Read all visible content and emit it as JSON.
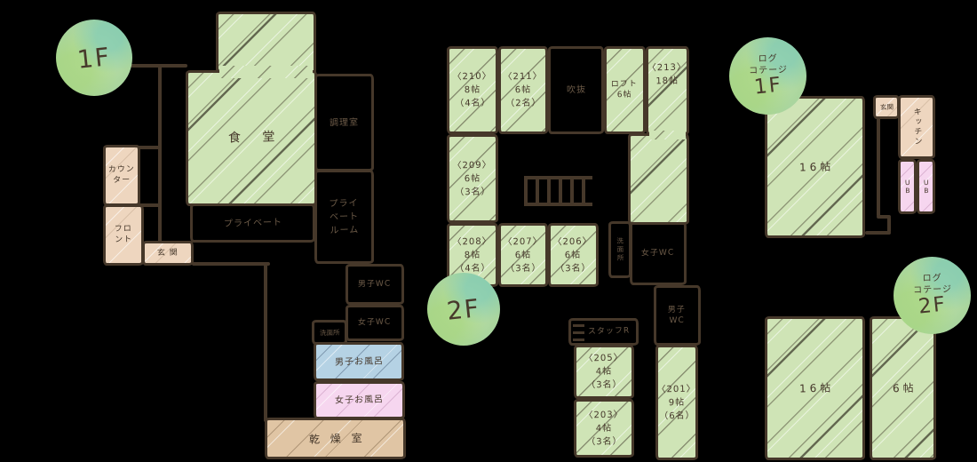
{
  "colors": {
    "background": "#000000",
    "wall": "#46382a",
    "ink": "#45372a",
    "room_green": "#cfe4b6",
    "room_beige": "#eed6bf",
    "bath_blue": "#b5d2e4",
    "bath_pink": "#f6d6ef",
    "drying_tan": "#e0c5a4",
    "badge_green": "#abd69e"
  },
  "badges": {
    "main_1f": {
      "floor": "1F"
    },
    "main_2f": {
      "floor": "2F"
    },
    "cottage_1f": {
      "building": "ログ\nコテージ",
      "floor": "1F"
    },
    "cottage_2f": {
      "building": "ログ\nコテージ",
      "floor": "2F"
    }
  },
  "main_1f": {
    "dining": "食 堂",
    "kitchen": "調理室",
    "private_room": "プライ\nベート\nルーム",
    "private": "プライベート",
    "counter": "カウン\nター",
    "front_desk": "フロ\nント",
    "entrance": "玄 関",
    "mens_wc": "男子WC",
    "womens_wc": "女子WC",
    "washroom": "洗面所",
    "mens_bath": "男子お風呂",
    "womens_bath": "女子お風呂",
    "drying_room": "乾 燥 室"
  },
  "main_2f": {
    "room_210": "〈210〉\n8帖\n（4名）",
    "room_211": "〈211〉\n6帖\n（2名）",
    "atrium": "吹抜",
    "loft": "ロフト\n6帖",
    "room_213": "〈213〉\n18帖",
    "room_209": "〈209〉\n6帖\n（3名）",
    "room_208": "〈208〉\n8帖\n（4名）",
    "room_207": "〈207〉\n6帖\n（3名）",
    "room_206": "〈206〉\n6帖\n（3名）",
    "washroom": "洗面所",
    "womens_wc": "女子WC",
    "mens_wc": "男子\nWC",
    "staff_room": "スタッフR",
    "room_205": "〈205〉\n4帖\n（3名）",
    "room_203": "〈203〉\n4帖\n（3名）",
    "room_201": "〈201〉\n9帖\n（6名）"
  },
  "cottage_1f": {
    "main_room": "16帖",
    "entrance": "玄関",
    "kitchen": "キッチン",
    "ub_left": "U\nB",
    "ub_right": "U\nB"
  },
  "cottage_2f": {
    "room_16": "16帖",
    "room_6": "6帖"
  }
}
